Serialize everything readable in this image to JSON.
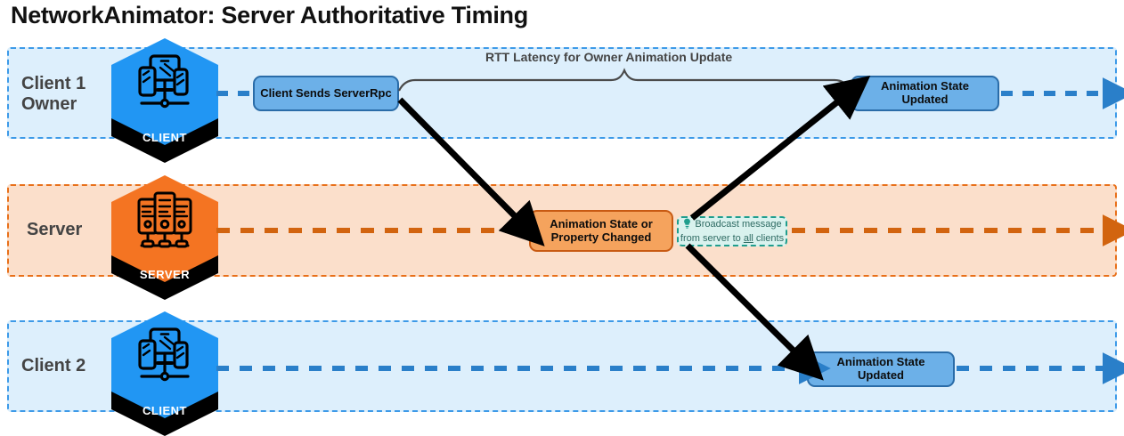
{
  "title": "NetworkAnimator: Server Authoritative Timing",
  "colors": {
    "client_lane_fill": "#ddeffc",
    "client_lane_border": "#3d9ae8",
    "server_lane_fill": "#fbdfcb",
    "server_lane_border": "#e8701a",
    "client_hex": "#2196f3",
    "server_hex": "#f47422",
    "client_node_fill": "#6cb0e8",
    "client_node_border": "#2a6ca8",
    "server_node_fill": "#f5a35d",
    "server_node_border": "#c85a12",
    "callout_fill": "#d9f2ee",
    "callout_border": "#1f9e8d",
    "callout_text": "#2f6b63",
    "arrow_black": "#000000",
    "brace": "#444444"
  },
  "lanes": [
    {
      "id": "client1",
      "label": "Client 1\nOwner",
      "badge": {
        "caption": "CLIENT",
        "icon": "client-devices-icon"
      },
      "timeline_color": "#2a7fc9",
      "nodes": [
        {
          "id": "client-sends-serverrpc",
          "label": "Client Sends ServerRpc"
        },
        {
          "id": "owner-animation-state-updated",
          "label": "Animation State Updated"
        }
      ]
    },
    {
      "id": "server",
      "label": "Server",
      "badge": {
        "caption": "SERVER",
        "icon": "server-racks-icon"
      },
      "timeline_color": "#d2640f",
      "nodes": [
        {
          "id": "animation-state-or-property-changed",
          "label": "Animation State or\nProperty Changed"
        }
      ]
    },
    {
      "id": "client2",
      "label": "Client 2",
      "badge": {
        "caption": "CLIENT",
        "icon": "client-devices-icon"
      },
      "timeline_color": "#2a7fc9",
      "nodes": [
        {
          "id": "client2-animation-state-updated",
          "label": "Animation State Updated"
        }
      ]
    }
  ],
  "annotations": {
    "brace_label": "RTT Latency for Owner Animation Update",
    "callout": {
      "icon": "lightbulb-icon",
      "line1": "Broadcast message",
      "line2_pre": "from server to ",
      "line2_underlined": "all",
      "line2_post": " clients"
    }
  },
  "flows": [
    {
      "id": "rpc-to-server",
      "from": "client-sends-serverrpc",
      "to": "animation-state-or-property-changed"
    },
    {
      "id": "server-to-owner",
      "from": "animation-state-or-property-changed",
      "to": "owner-animation-state-updated"
    },
    {
      "id": "server-to-client2",
      "from": "animation-state-or-property-changed",
      "to": "client2-animation-state-updated"
    }
  ]
}
